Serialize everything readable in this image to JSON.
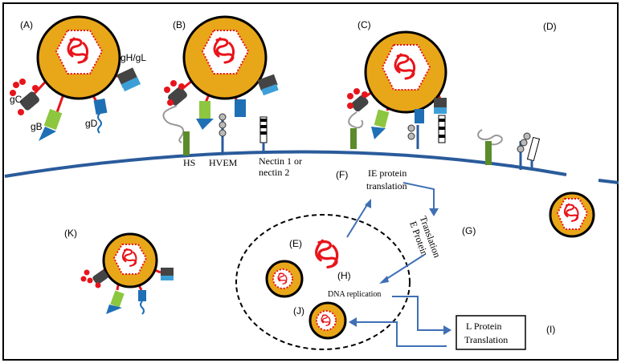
{
  "panels": {
    "a": "(A)",
    "b": "(B)",
    "c": "(C)",
    "d": "(D)",
    "e": "(E)",
    "f": "(F)",
    "g": "(G)",
    "h": "(H)",
    "i": "(I)",
    "j": "(J)",
    "k": "(K)"
  },
  "glycoproteins": {
    "gc": "gC",
    "gb": "gB",
    "gd": "gD",
    "ghgl": "gH/gL"
  },
  "receptors": {
    "hs": "HS",
    "hvem": "HVEM",
    "nectin_line1": "Nectin 1 or",
    "nectin_line2": "nectin 2"
  },
  "steps": {
    "ie_line1": "IE protein",
    "ie_line2": "translation",
    "e_line1": "E Protein",
    "e_line2": "Translation",
    "dna": "DNA replication",
    "l_line1": "L Protein",
    "l_line2": "Translation"
  },
  "colors": {
    "capsid_fill": "#e8a619",
    "dna": "#e8141b",
    "membrane": "#2a5b9b",
    "arrow": "#3f6fb5",
    "gc_dark": "#444444",
    "gb_green": "#8dc63f",
    "gd_blue": "#1f6fb5",
    "ghgl_blue": "#3d9fd8",
    "hs_green": "#5b8c2a"
  }
}
